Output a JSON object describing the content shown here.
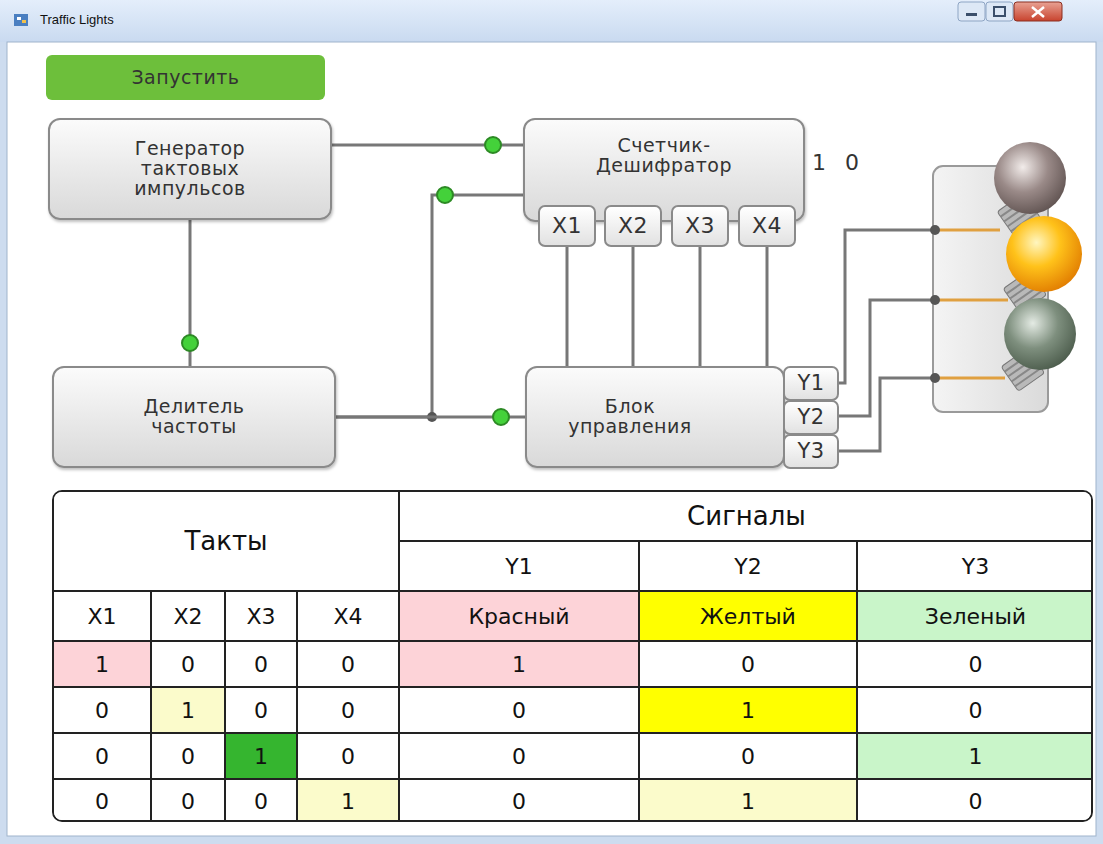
{
  "diagram": {
    "title": "Traffic Lights",
    "nodes": [
      {
        "text": [
          "Запустить"
        ]
      },
      {
        "text": [
          "Генератор тактовых импульсов"
        ]
      },
      {
        "text": [
          "Счетчик-Дешифратор"
        ]
      },
      {
        "text": [
          "X1"
        ],
        "in": 2
      },
      {
        "text": [
          "X2"
        ],
        "in": 2
      },
      {
        "text": [
          "X3"
        ],
        "in": 2
      },
      {
        "text": [
          "X4"
        ],
        "in": 2
      },
      {
        "text": [
          "Делитель частоты"
        ]
      },
      {
        "text": [
          "Блок управления"
        ]
      },
      {
        "text": [
          "Y1"
        ],
        "in": 8
      },
      {
        "text": [
          "Y2"
        ],
        "in": 8
      },
      {
        "text": [
          "Y3"
        ],
        "in": 8
      }
    ],
    "edges": [
      {
        "from": 1,
        "to": 2,
        "arrow": "none"
      },
      {
        "from": 1,
        "to": 7,
        "arrow": "none"
      },
      {
        "from": 7,
        "to": 2,
        "arrow": "none"
      },
      {
        "from": 7,
        "to": 8,
        "arrow": "none"
      },
      {
        "from": 3,
        "to": 8,
        "arrow": "none"
      },
      {
        "from": 4,
        "to": 8,
        "arrow": "none"
      },
      {
        "from": 5,
        "to": 8,
        "arrow": "none"
      },
      {
        "from": 6,
        "to": 8,
        "arrow": "none"
      }
    ],
    "labels": [
      "1 0",
      "Такты",
      "Сигналы",
      "Y1",
      "Y2",
      "Y3",
      "X1",
      "X2",
      "X3",
      "X4",
      "Красный",
      "Желтый",
      "Зеленый",
      "1",
      "0",
      "0",
      "0",
      "1",
      "0",
      "0",
      "0",
      "1",
      "0",
      "0",
      "0",
      "1",
      "0",
      "0",
      "0",
      "1",
      "0",
      "0",
      "0",
      "1",
      "0",
      "0",
      "0",
      "1",
      "0",
      "1",
      "0"
    ]
  }
}
